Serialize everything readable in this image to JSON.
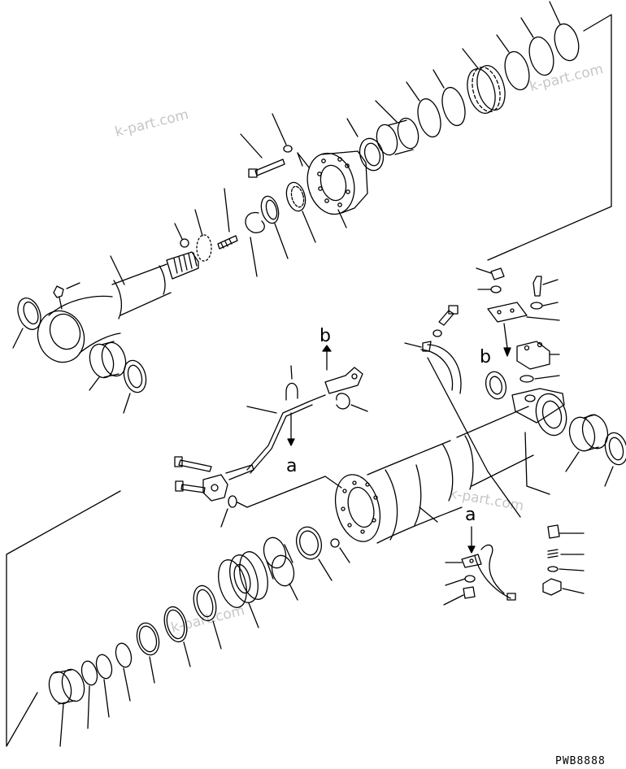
{
  "figure": {
    "drawing_code": "PWB8888",
    "watermarks": [
      "k-part.com",
      "k-part.com",
      "k-part.com",
      "k-part.com"
    ],
    "section_labels": {
      "a_upper": "a",
      "a_lower": "a",
      "b_upper": "b",
      "b_right": "b"
    }
  }
}
